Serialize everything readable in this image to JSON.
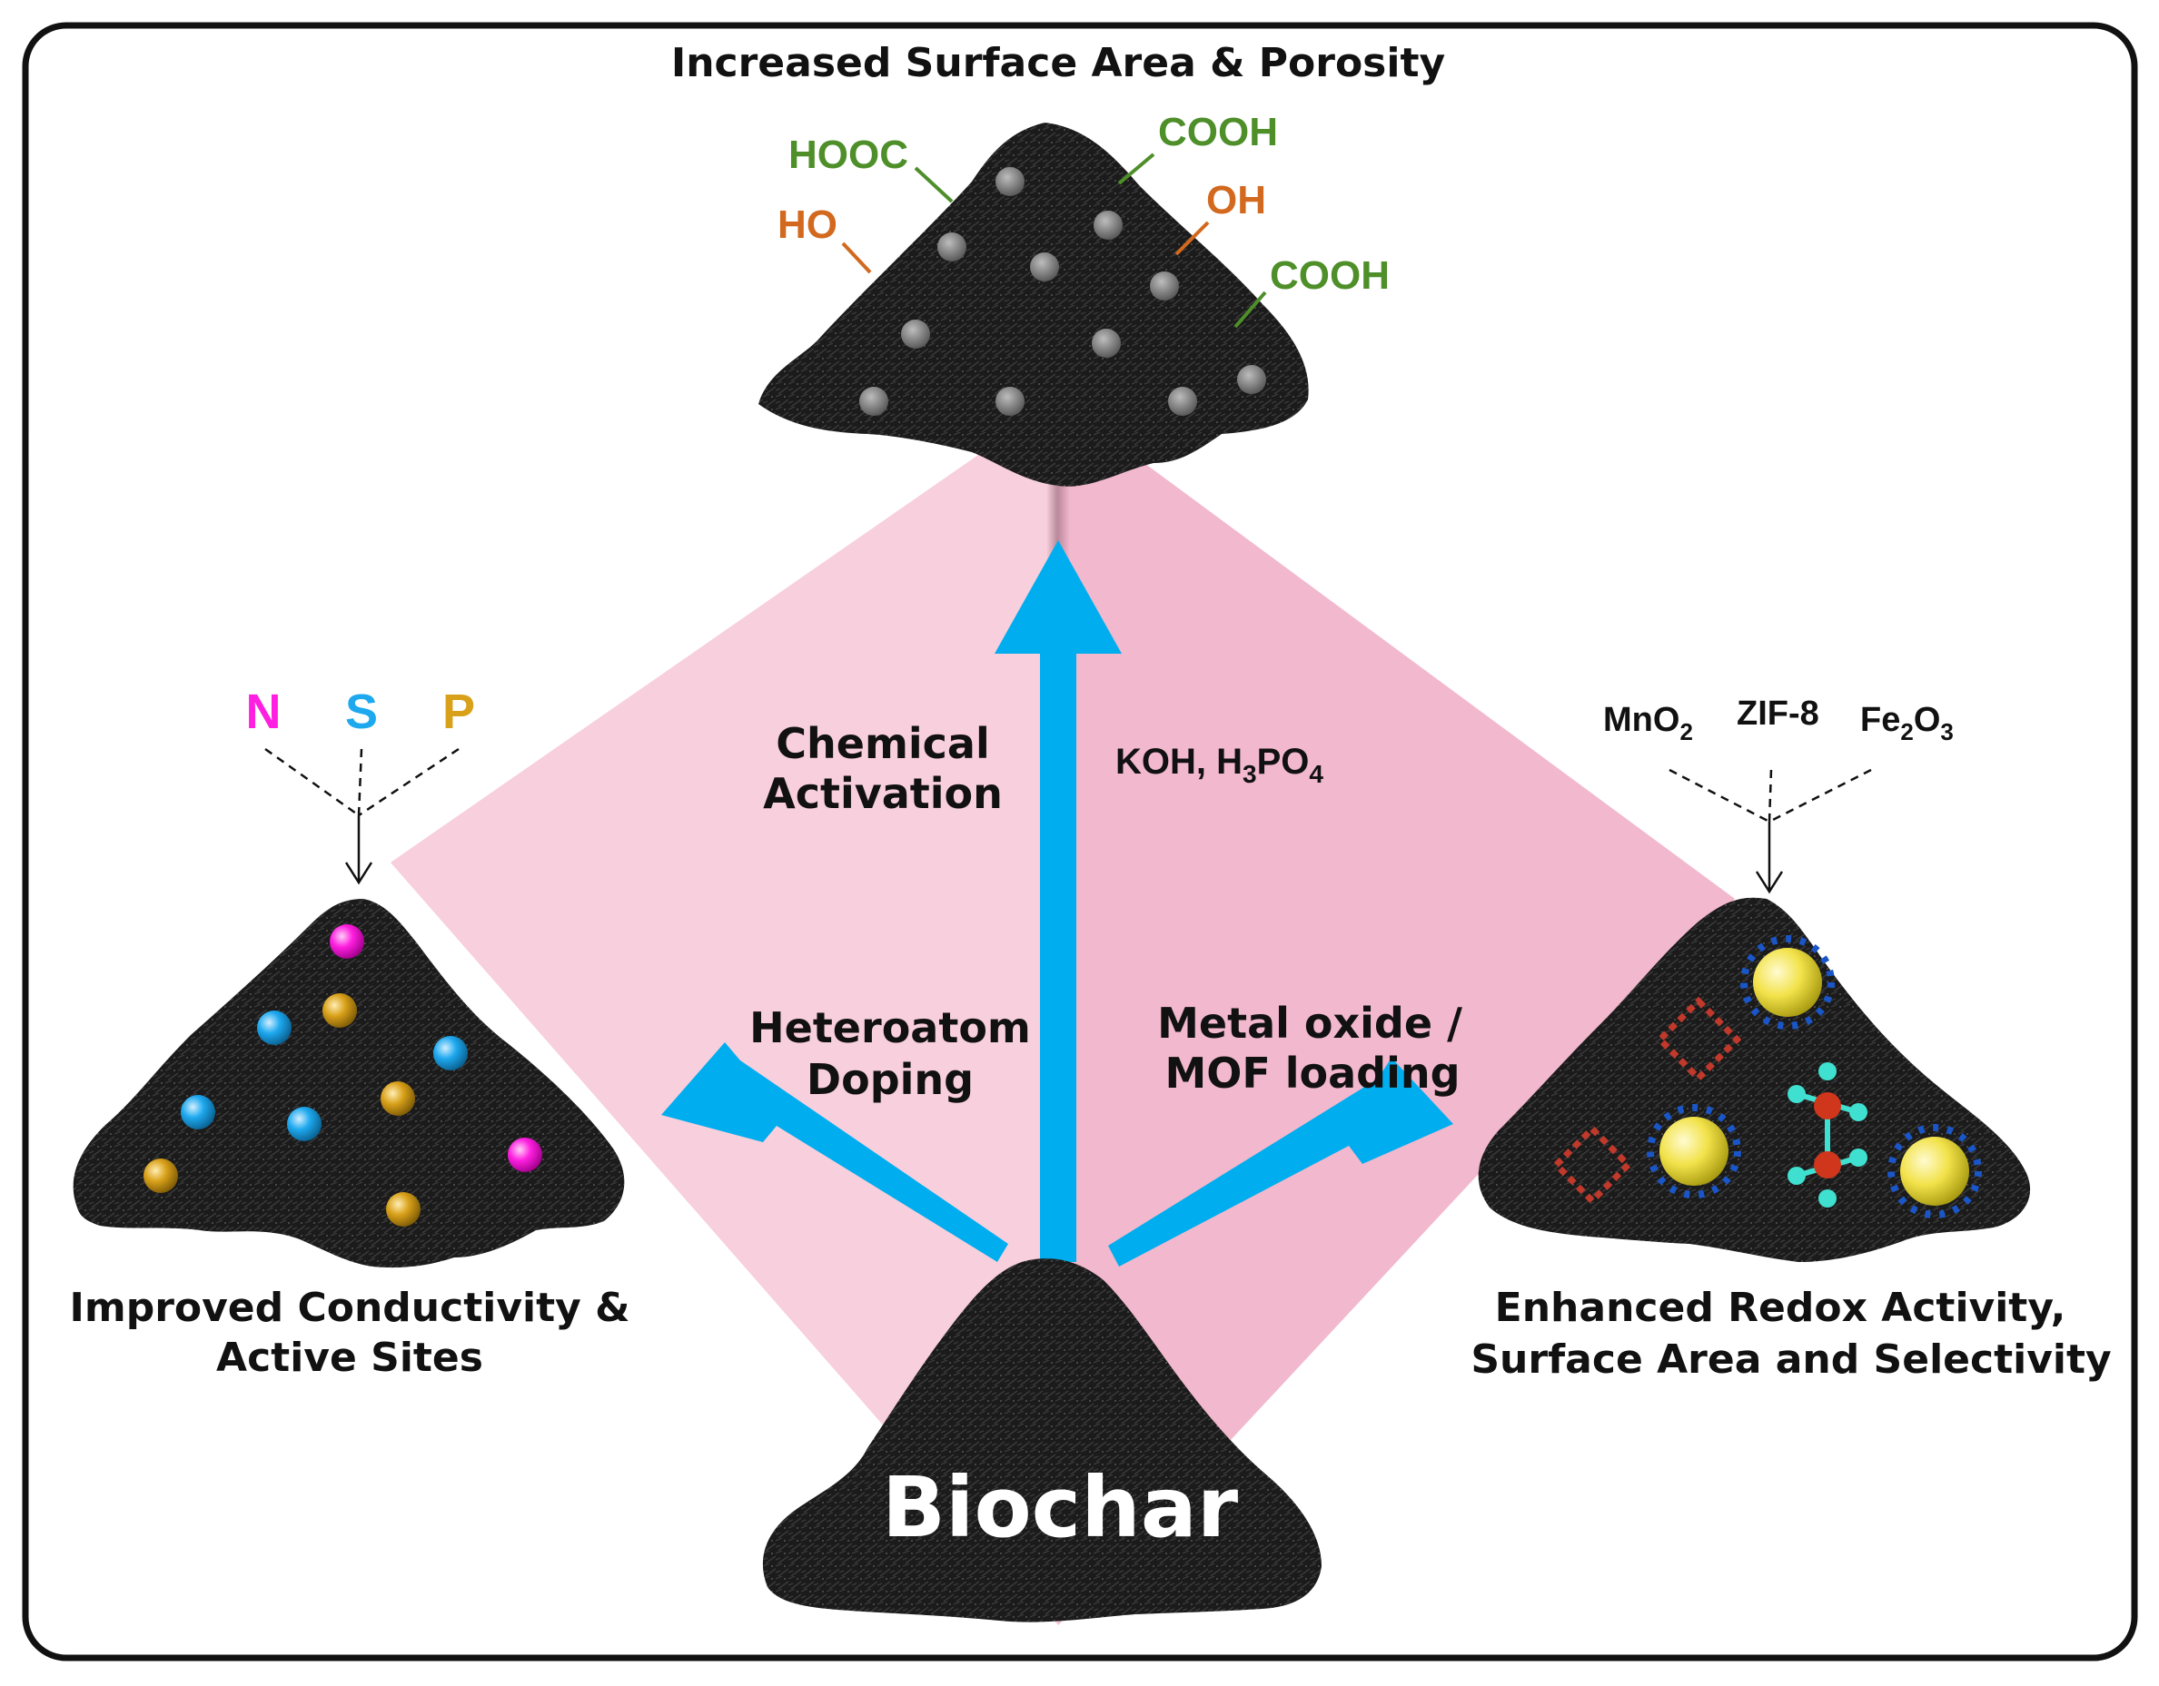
{
  "top": {
    "caption": "Increased Surface Area & Porosity",
    "groups": {
      "hooc": "HOOC",
      "cooh_1": "COOH",
      "ho": "HO",
      "oh": "OH",
      "cooh_2": "COOH"
    }
  },
  "left": {
    "dopants": {
      "n": "N",
      "s": "S",
      "p": "P"
    },
    "caption_line1": "Improved Conductivity &",
    "caption_line2": "Active Sites"
  },
  "right": {
    "loadings": {
      "mno2": "MnO",
      "mno2_sub": "2",
      "zif8": "ZIF-8",
      "fe2o3_a": "Fe",
      "fe2o3_sub1": "2",
      "fe2o3_b": "O",
      "fe2o3_sub2": "3"
    },
    "caption_line1": "Enhanced Redox Activity,",
    "caption_line2": "Surface Area and Selectivity"
  },
  "arrows": {
    "chemical_activation_line1": "Chemical",
    "chemical_activation_line2": "Activation",
    "reagents": {
      "koh": "KOH, H",
      "h3": "3",
      "po": "PO",
      "o4": "4"
    },
    "heteroatom_line1": "Heteroatom",
    "heteroatom_line2": "Doping",
    "metal_oxide_line1": "Metal oxide /",
    "metal_oxide_line2": "MOF loading"
  },
  "center": {
    "label": "Biochar"
  },
  "colors": {
    "pink_light": "#f8cfdc",
    "pink_dark": "#f2b8cd",
    "arrow_blue": "#00aeef",
    "green_group": "#4e8f2a",
    "orange_group": "#d2691e",
    "n_magenta": "#ff1fe0",
    "s_blue": "#1ea9ef",
    "p_gold": "#d9a11a"
  }
}
